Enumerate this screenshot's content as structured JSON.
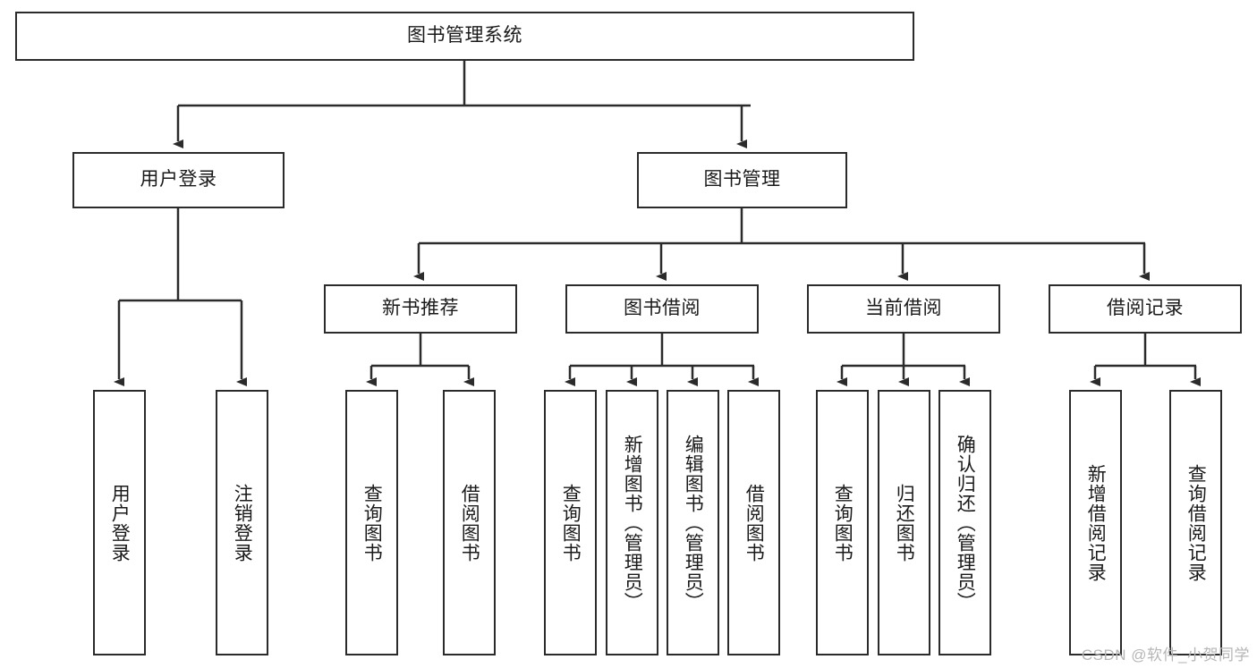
{
  "diagram": {
    "title": "图书管理系统",
    "type": "tree-hierarchy-chart",
    "stroke_color": "#2b2b2b",
    "fill_color": "#ffffff",
    "text_color": "#1a1a1a"
  },
  "root": {
    "label": "图书管理系统"
  },
  "level1": [
    {
      "label": "用户登录"
    },
    {
      "label": "图书管理"
    }
  ],
  "level2": [
    {
      "label": "新书推荐"
    },
    {
      "label": "图书借阅"
    },
    {
      "label": "当前借阅"
    },
    {
      "label": "借阅记录"
    }
  ],
  "leaves": {
    "user_login": [
      {
        "label": "用户登录"
      },
      {
        "label": "注销登录"
      }
    ],
    "new_book": [
      {
        "label": "查询图书"
      },
      {
        "label": "借阅图书"
      }
    ],
    "book_borrow": [
      {
        "label": "查询图书"
      },
      {
        "label": "新增图书（管理员）"
      },
      {
        "label": "编辑图书（管理员）"
      },
      {
        "label": "借阅图书"
      }
    ],
    "current_borrow": [
      {
        "label": "查询图书"
      },
      {
        "label": "归还图书"
      },
      {
        "label": "确认归还（管理员）"
      }
    ],
    "borrow_record": [
      {
        "label": "新增借阅记录"
      },
      {
        "label": "查询借阅记录"
      }
    ]
  },
  "watermark": {
    "text": "CSDN @软件_小贺同学"
  }
}
